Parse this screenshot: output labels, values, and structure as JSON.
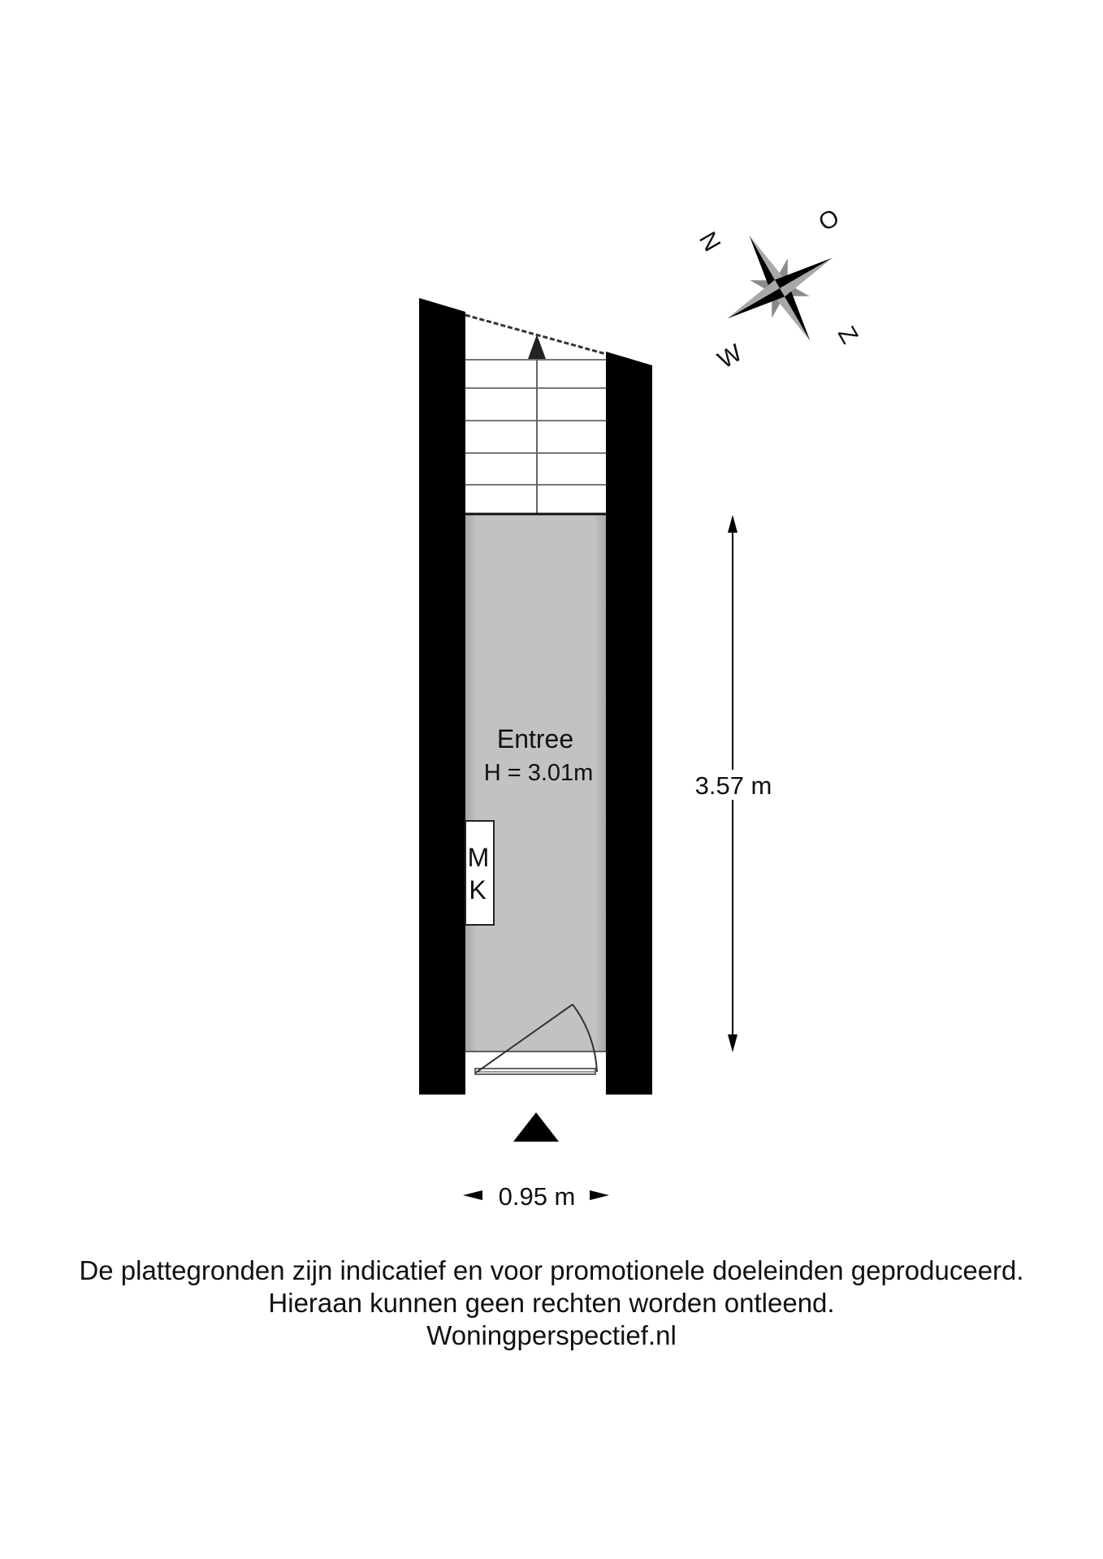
{
  "room": {
    "name": "Entree",
    "height": "H = 3.01m"
  },
  "meter_cupboard": {
    "line1": "M",
    "line2": "K"
  },
  "dimensions": {
    "length": "3.57 m",
    "width": "0.95 m"
  },
  "compass": {
    "north": "N",
    "east": "O",
    "south": "Z",
    "west": "W"
  },
  "disclaimer": {
    "line1": "De plattegronden zijn indicatief en voor promotionele doeleinden geproduceerd.",
    "line2": "Hieraan kunnen geen rechten worden ontleend.",
    "line3": "Woningperspectief.nl"
  },
  "colors": {
    "wall": "#000000",
    "floor": "#c0c0c0",
    "background": "#ffffff"
  }
}
